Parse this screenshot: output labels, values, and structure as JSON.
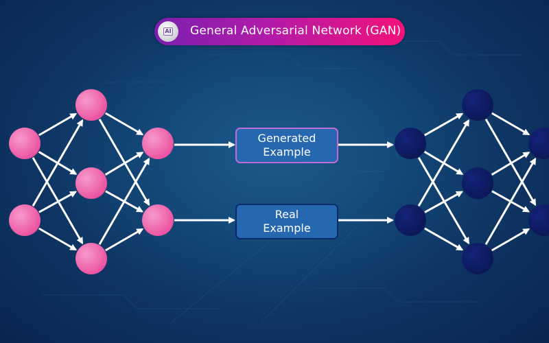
{
  "title": {
    "text": "General Adversarial Network (GAN)",
    "logo_text": "AI",
    "logo_icon": "ai-chip-icon"
  },
  "boxes": {
    "generated": {
      "line1": "Generated",
      "line2": "Example"
    },
    "real": {
      "line1": "Real",
      "line2": "Example"
    }
  },
  "networks": {
    "generator": {
      "color": "#f06aaf",
      "layers": [
        2,
        3,
        2
      ]
    },
    "discriminator": {
      "color": "#0f1f6e",
      "layers": [
        2,
        3,
        2
      ]
    }
  },
  "colors": {
    "arrow": "#ffffff",
    "box_fill": "#2568b0",
    "generated_border": "#c36ad8",
    "real_border": "#0b2a6a"
  }
}
